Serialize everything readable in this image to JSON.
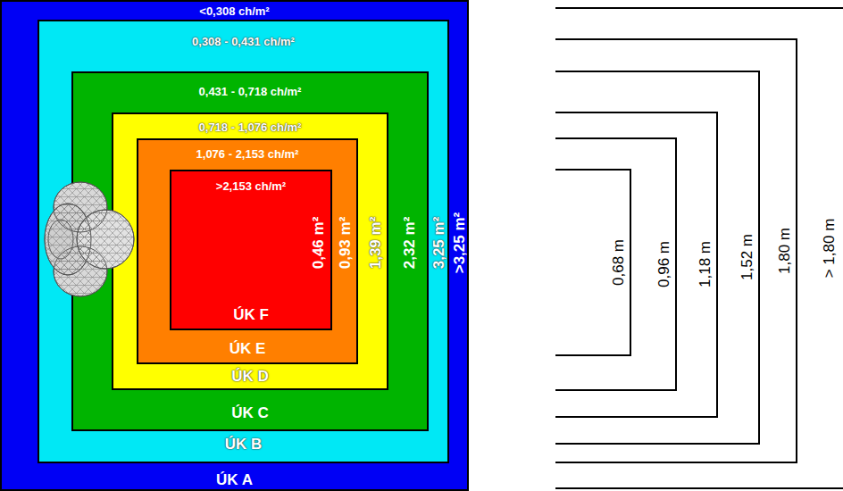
{
  "diagram": {
    "nodes": [
      {
        "text": [
          "<0,308 ch/m²",
          ">3,25 m²",
          "ÚK A"
        ]
      },
      {
        "text": [
          "0,308 - 0,431 ch/m²",
          "3,25 m²",
          "ÚK B"
        ],
        "in": 0
      },
      {
        "text": [
          "0,431 - 0,718 ch/m²",
          "2,32 m²",
          "ÚK C"
        ],
        "in": 1
      },
      {
        "text": [
          "0,718 - 1,076 ch/m²",
          "1,39 m²",
          "ÚK D"
        ],
        "in": 2
      },
      {
        "text": [
          "1,076 - 2,153 ch/m²",
          "0,93 m²",
          "ÚK E"
        ],
        "in": 3
      },
      {
        "text": [
          ">2,153 ch/m²",
          "0,46 m²",
          "ÚK F"
        ],
        "in": 4
      }
    ],
    "labels": [
      "0,68 m",
      "0,96 m",
      "1,18 m",
      "1,52 m",
      "1,80 m",
      "> 1,80 m"
    ]
  }
}
